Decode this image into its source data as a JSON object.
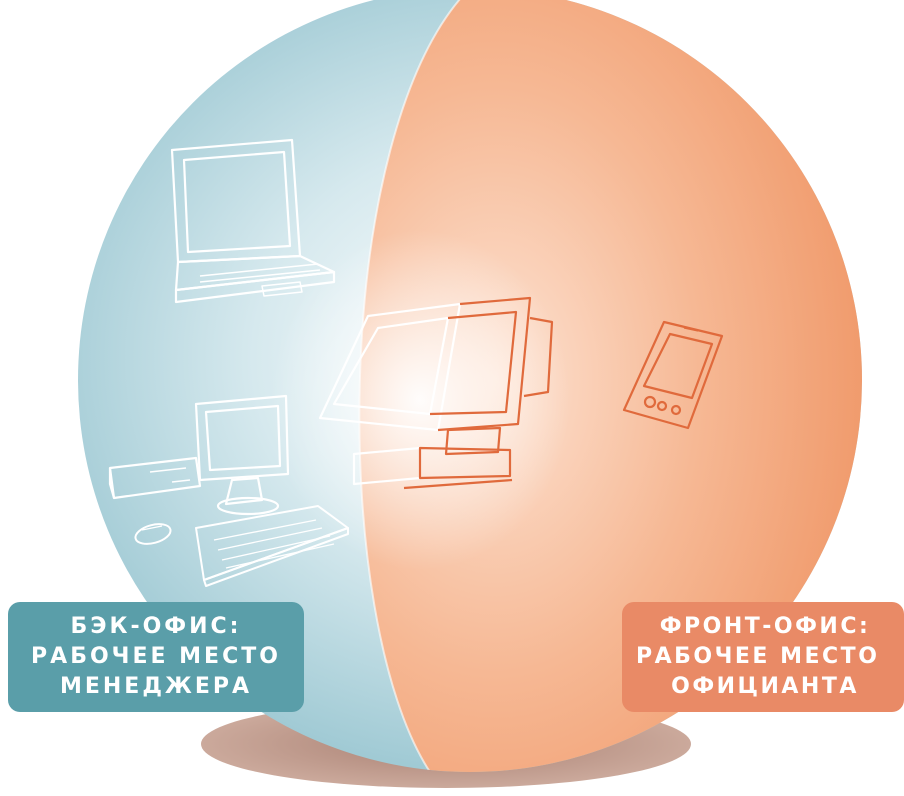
{
  "back_office": {
    "line1": "БЭК-ОФИС:",
    "line2": "РАБОЧЕЕ МЕСТО",
    "line3": "МЕНЕДЖЕРА",
    "color": "#5a9ea9"
  },
  "front_office": {
    "line1": "ФРОНТ-ОФИС:",
    "line2": "РАБОЧЕЕ МЕСТО",
    "line3": "ОФИЦИАНТА",
    "color": "#e98a66"
  },
  "colors": {
    "sphere_blue": "#a8cfd8",
    "sphere_orange": "#f3a47c",
    "shadow": "#b07a66",
    "line_white": "#ffffff",
    "line_orange": "#e06a3c"
  },
  "icons": [
    "laptop-icon",
    "desktop-computer-icon",
    "pos-terminal-icon",
    "pda-icon",
    "mouse-icon",
    "keyboard-icon"
  ]
}
